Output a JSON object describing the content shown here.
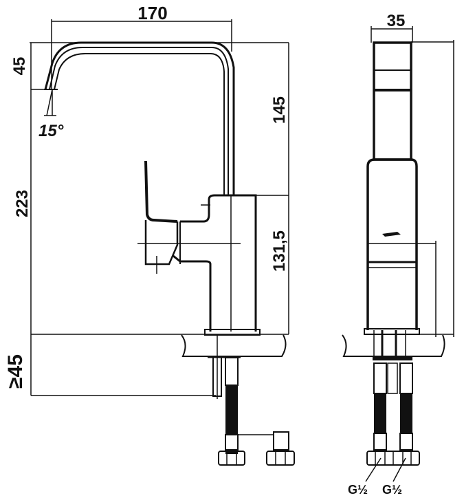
{
  "drawing": {
    "subject": "Single-lever kitchen faucet dimension drawing",
    "views": [
      "front-view",
      "side-view"
    ],
    "stroke_color": "#111111",
    "background": "#ffffff"
  },
  "dimensions": {
    "spout_reach": "170",
    "spout_drop": "45",
    "spout_angle": "15°",
    "outlet_height": "223",
    "spout_height": "145",
    "body_height": "131,5",
    "counter_thickness": "≥45",
    "body_width": "35"
  },
  "connections": {
    "left": "G½",
    "right": "G½"
  }
}
